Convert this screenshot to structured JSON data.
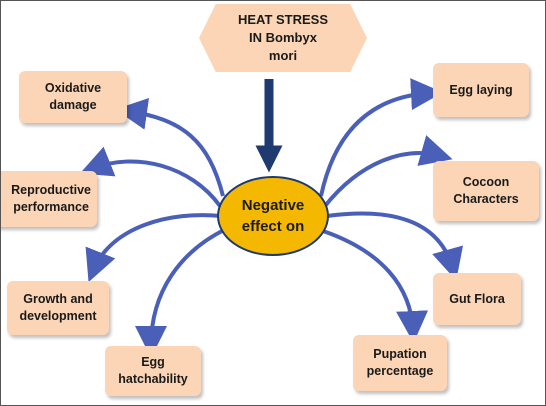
{
  "title": "HEAT STRESS\nIN Bombyx\nmori",
  "center": "Negative\neffect on",
  "effects": {
    "oxidative_damage": "Oxidative\ndamage",
    "reproductive_performance": "Reproductive\nperformance",
    "growth_development": "Growth and\ndevelopment",
    "egg_hatchability": "Egg\nhatchability",
    "egg_laying": "Egg laying",
    "cocoon_characters": "Cocoon\nCharacters",
    "gut_flora": "Gut Flora",
    "pupation_percentage": "Pupation\npercentage"
  },
  "colors": {
    "box_fill": "#fbd5b5",
    "center_fill": "#f5b800",
    "arrow": "#4a5fb8",
    "main_arrow": "#1e3a6e"
  }
}
